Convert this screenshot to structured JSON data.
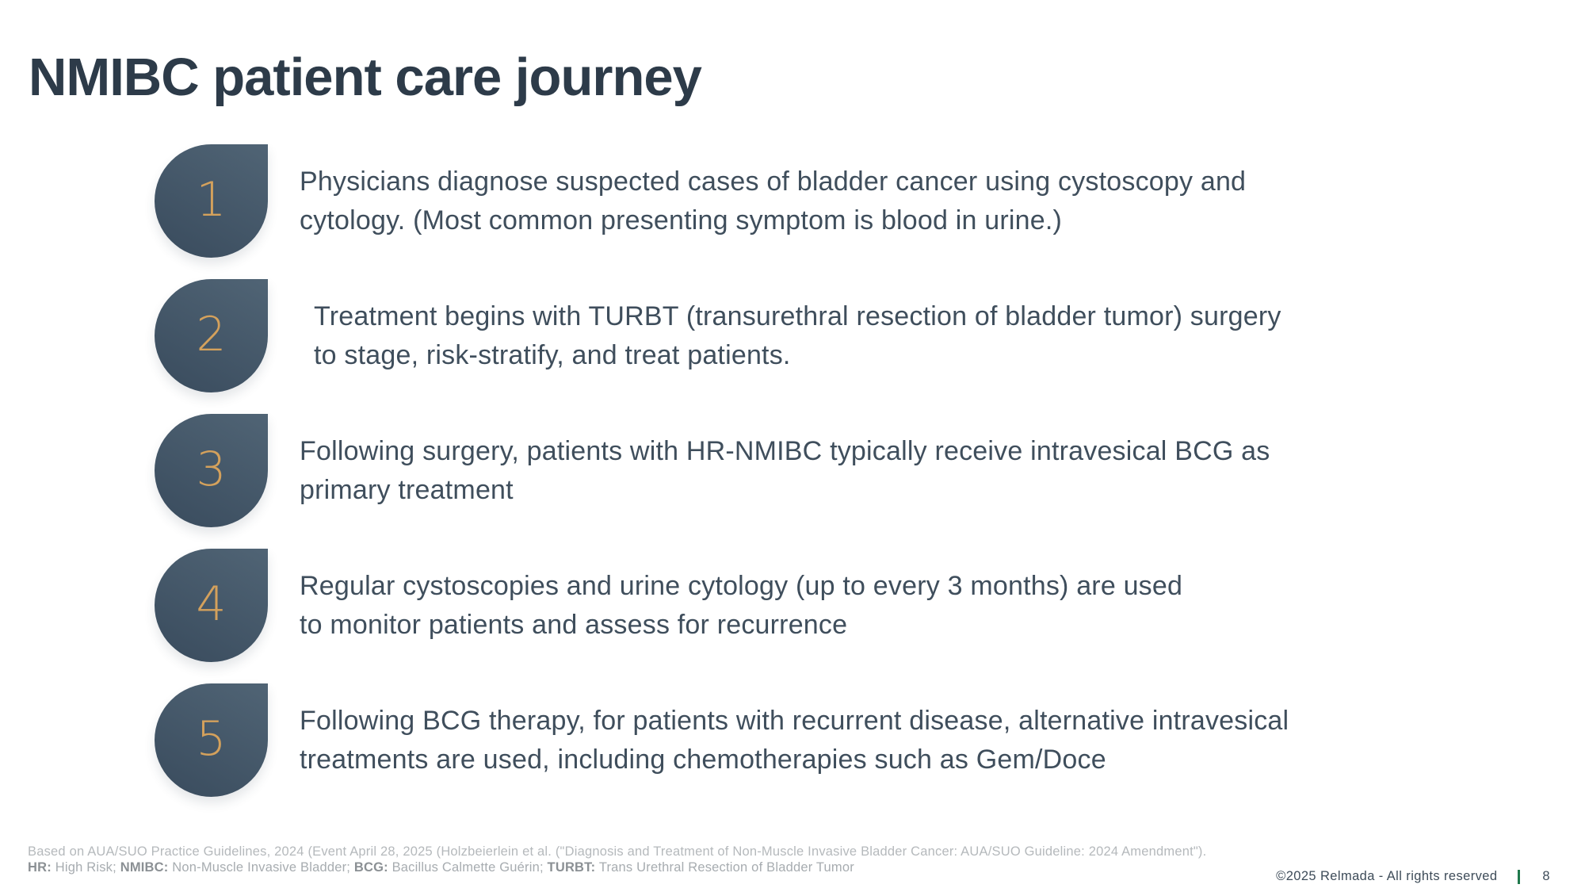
{
  "slide": {
    "title": "NMIBC patient care journey",
    "title_color": "#2d3b49",
    "body_text_color": "#3f4e5c",
    "badge_gradient_start": "#506475",
    "badge_gradient_end": "#394b5d",
    "badge_number_color": "#d4a15c",
    "background_color": "#ffffff"
  },
  "steps": [
    {
      "number": "1",
      "lines": [
        "Physicians diagnose suspected cases of bladder cancer using cystoscopy and",
        "cytology. (Most common presenting symptom is blood in urine.)"
      ]
    },
    {
      "number": "2",
      "lines": [
        "Treatment begins with TURBT (transurethral resection of bladder tumor) surgery",
        "to stage, risk-stratify, and treat patients."
      ]
    },
    {
      "number": "3",
      "lines": [
        "Following surgery, patients with HR-NMIBC typically receive intravesical BCG as",
        "primary treatment"
      ]
    },
    {
      "number": "4",
      "lines": [
        "Regular cystoscopies and urine cytology (up to every 3 months) are used",
        "to monitor patients and assess for recurrence"
      ]
    },
    {
      "number": "5",
      "lines": [
        "Following BCG therapy, for patients with recurrent disease, alternative intravesical",
        "treatments are used, including chemotherapies such as Gem/Doce"
      ]
    }
  ],
  "footer": {
    "source_line": "Based on AUA/SUO Practice Guidelines, 2024 (Event April 28, 2025 (Holzbeierlein et al. (\"Diagnosis and Treatment of Non-Muscle Invasive Bladder Cancer: AUA/SUO Guideline: 2024 Amendment\").",
    "abbreviations": [
      {
        "label": "HR:",
        "text": " High Risk; "
      },
      {
        "label": "NMIBC:",
        "text": " Non-Muscle Invasive Bladder; "
      },
      {
        "label": "BCG:",
        "text": " Bacillus Calmette Guérin; "
      },
      {
        "label": "TURBT:",
        "text": " Trans Urethral Resection of Bladder Tumor"
      }
    ],
    "copyright": "©2025 Relmada - All rights reserved",
    "page_number": "8"
  }
}
